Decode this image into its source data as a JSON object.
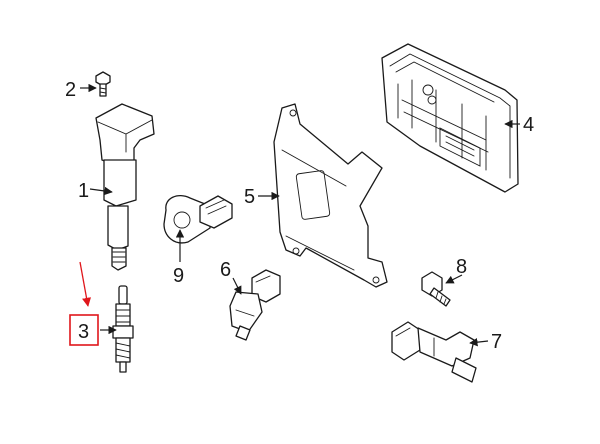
{
  "callouts": {
    "c1": "1",
    "c2": "2",
    "c3": "3",
    "c4": "4",
    "c5": "5",
    "c6": "6",
    "c7": "7",
    "c8": "8",
    "c9": "9"
  },
  "highlight": {
    "callout": "3",
    "color": "#e0161b"
  },
  "colors": {
    "line": "#1a1a1a",
    "background": "#ffffff"
  }
}
